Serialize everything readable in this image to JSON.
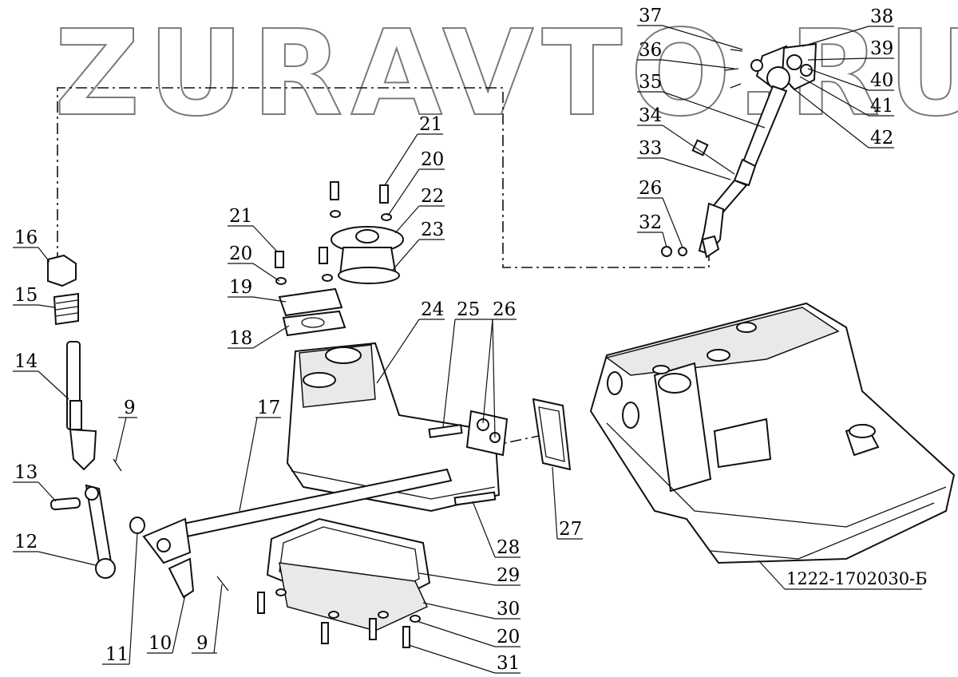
{
  "watermark": "ZURAVTO.RU",
  "part_number": "1222-1702030-Б",
  "callouts": [
    "37",
    "36",
    "35",
    "34",
    "33",
    "26",
    "32",
    "38",
    "39",
    "40",
    "41",
    "42",
    "21",
    "20",
    "22",
    "23",
    "21",
    "20",
    "19",
    "18",
    "24",
    "25",
    "26",
    "16",
    "15",
    "14",
    "9",
    "13",
    "12",
    "17",
    "11",
    "10",
    "9",
    "27",
    "28",
    "29",
    "30",
    "20",
    "31"
  ]
}
